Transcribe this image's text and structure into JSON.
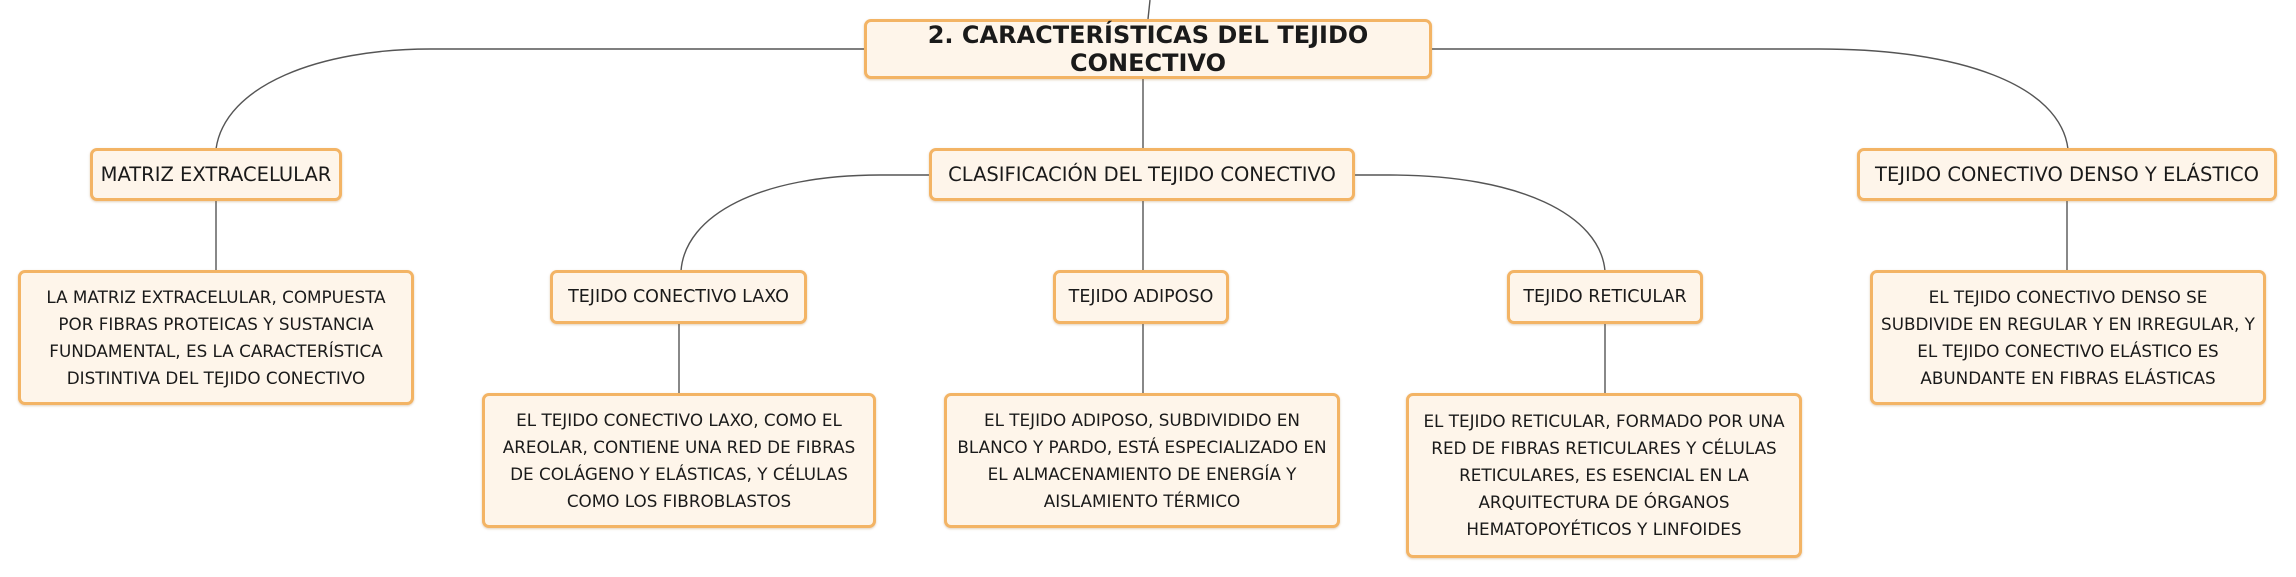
{
  "map": {
    "root": "2. CARACTERÍSTICAS DEL TEJIDO CONECTIVO",
    "matriz": {
      "title": "MATRIZ EXTRACELULAR",
      "description": "LA MATRIZ EXTRACELULAR, COMPUESTA POR FIBRAS PROTEICAS Y SUSTANCIA FUNDAMENTAL, ES LA CARACTERÍSTICA DISTINTIVA DEL TEJIDO CONECTIVO"
    },
    "clasificacion": {
      "title": "CLASIFICACIÓN DEL TEJIDO CONECTIVO",
      "laxo": {
        "title": "TEJIDO CONECTIVO LAXO",
        "description": "EL TEJIDO CONECTIVO LAXO, COMO EL AREOLAR, CONTIENE UNA RED DE FIBRAS DE COLÁGENO Y ELÁSTICAS, Y CÉLULAS COMO LOS FIBROBLASTOS"
      },
      "adiposo": {
        "title": "TEJIDO ADIPOSO",
        "description": "EL TEJIDO ADIPOSO, SUBDIVIDIDO EN BLANCO Y PARDO, ESTÁ ESPECIALIZADO EN EL ALMACENAMIENTO DE ENERGÍA Y AISLAMIENTO TÉRMICO"
      },
      "reticular": {
        "title": "TEJIDO RETICULAR",
        "description": "EL TEJIDO RETICULAR, FORMADO POR UNA RED DE FIBRAS RETICULARES Y CÉLULAS RETICULARES, ES ESENCIAL EN LA ARQUITECTURA DE ÓRGANOS HEMATOPOYÉTICOS Y LINFOIDES"
      }
    },
    "denso": {
      "title": "TEJIDO CONECTIVO DENSO Y ELÁSTICO",
      "description": "EL TEJIDO CONECTIVO DENSO SE SUBDIVIDE EN REGULAR Y EN IRREGULAR, Y EL TEJIDO CONECTIVO ELÁSTICO ES ABUNDANTE EN FIBRAS ELÁSTICAS"
    }
  },
  "colors": {
    "node_fill": "#fef5ea",
    "node_border": "#f3b465",
    "connector": "#555555"
  }
}
